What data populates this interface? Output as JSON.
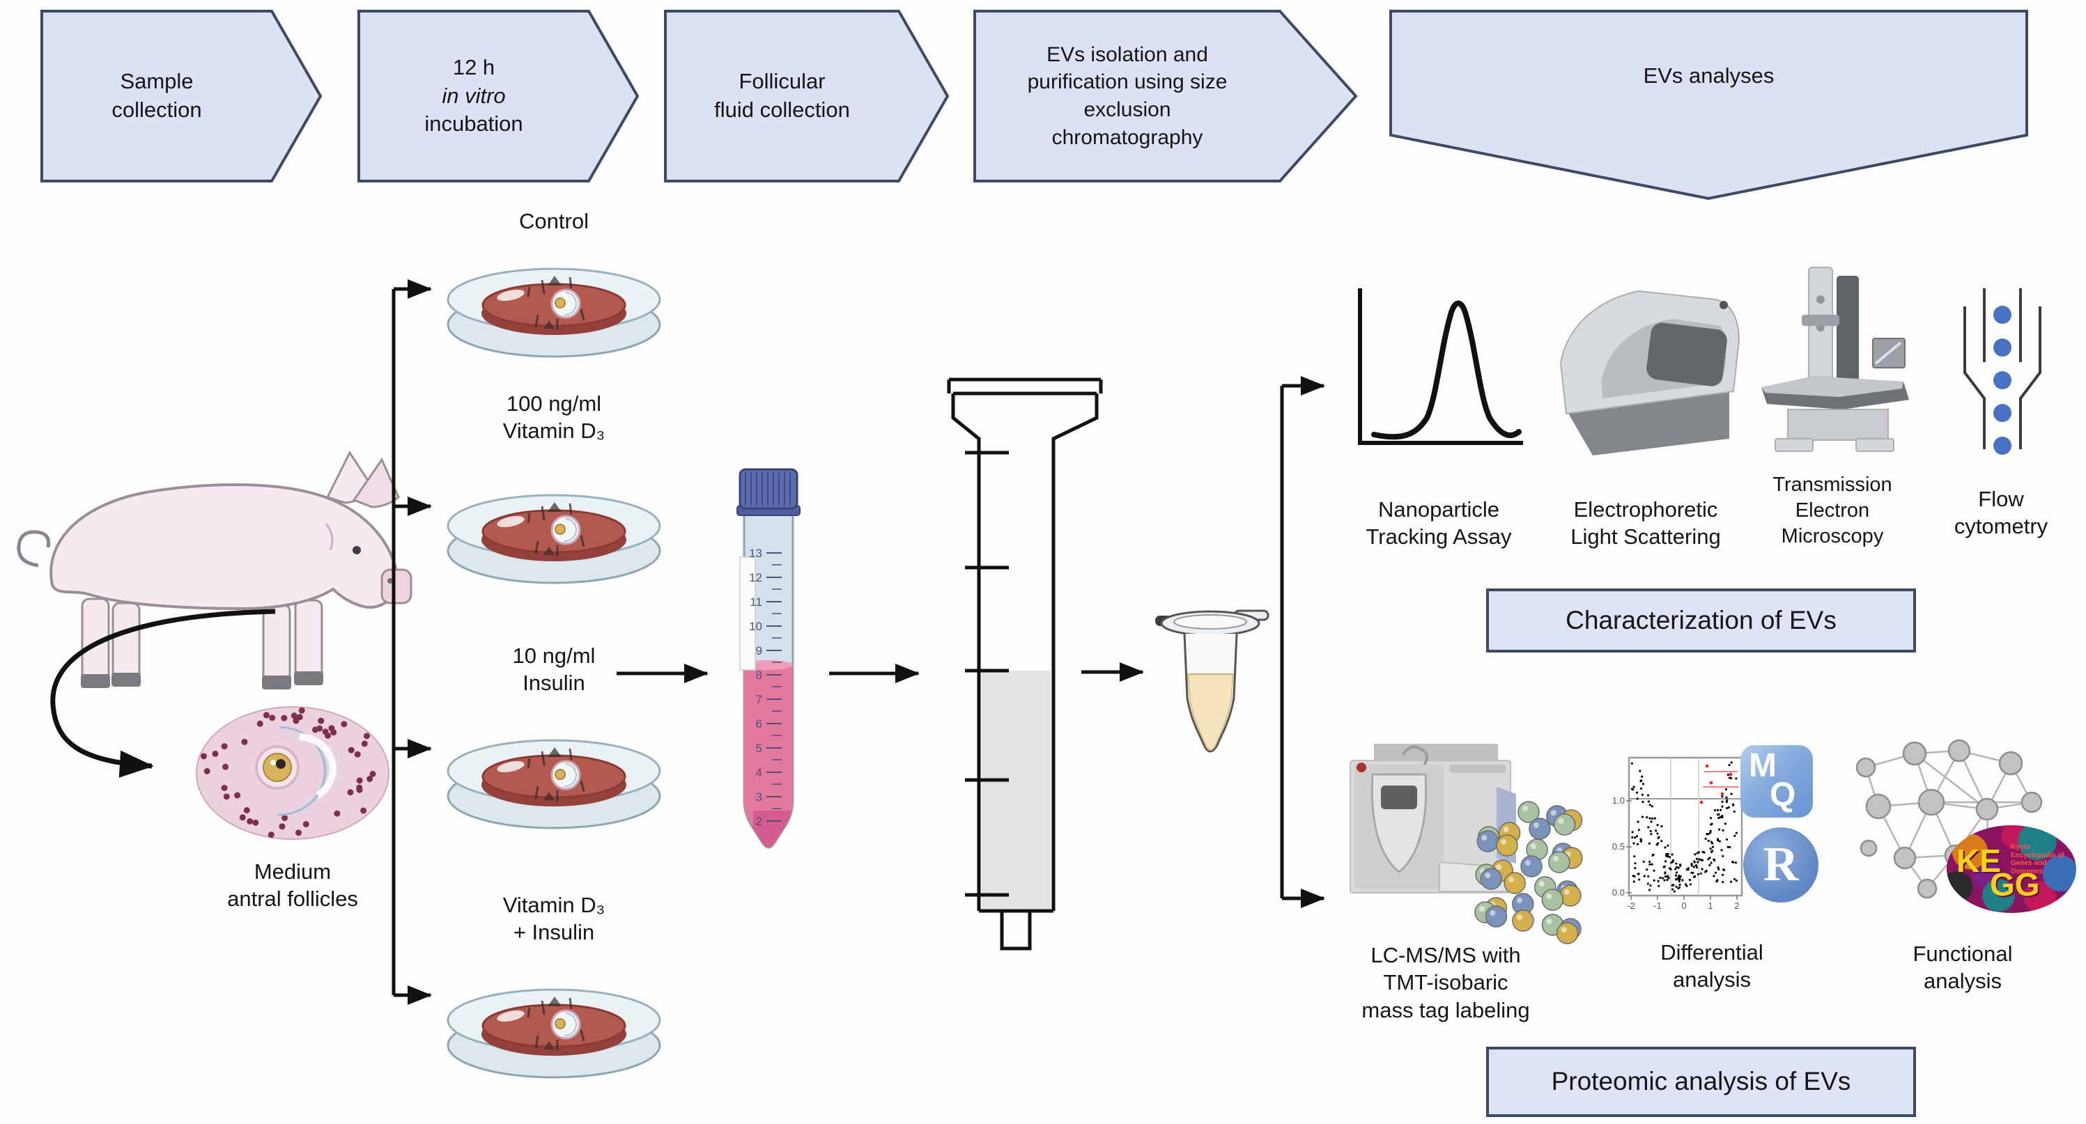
{
  "banner": {
    "steps": [
      {
        "label": "Sample\ncollection"
      },
      {
        "label_top": "12 h",
        "label_italic": "in vitro",
        "label_bottom": "incubation"
      },
      {
        "label": "Follicular\nfluid collection"
      },
      {
        "label": "EVs isolation and\npurification using size\nexclusion\nchromatography"
      },
      {
        "label": "EVs analyses"
      }
    ]
  },
  "sample_collection": {
    "animal": "pig",
    "follicle_label": "Medium\nantral follicles"
  },
  "treatments": [
    {
      "label": "Control"
    },
    {
      "label": "100 ng/ml\nVitamin D₃"
    },
    {
      "label": "10 ng/ml\nInsulin"
    },
    {
      "label": "Vitamin D₃\n+ Insulin"
    }
  ],
  "falcon_tube": {
    "graduations": [
      "13",
      "12",
      "11",
      "10",
      "9",
      "8",
      "7",
      "6",
      "5",
      "4",
      "3",
      "2"
    ]
  },
  "characterization": {
    "title": "Characterization of EVs",
    "methods": [
      {
        "label": "Nanoparticle\nTracking Assay"
      },
      {
        "label": "Electrophoretic\nLight Scattering"
      },
      {
        "label": "Transmission\nElectron\nMicroscopy"
      },
      {
        "label": "Flow\ncytometry"
      }
    ]
  },
  "proteomics": {
    "title": "Proteomic analysis of EVs",
    "methods": [
      {
        "label": "LC-MS/MS with\nTMT-isobaric\nmass tag labeling"
      },
      {
        "label": "Differential\nanalysis"
      },
      {
        "label": "Functional\nanalysis"
      }
    ]
  },
  "logos": {
    "maxquant": "MQ",
    "r": "R",
    "kegg": "KEGG",
    "kegg_subtitle": "Kyoto Encyclopedia of\nGenes and Genomes"
  },
  "volcano": {
    "x_ticks": [
      "-2",
      "-1",
      "0",
      "1",
      "2"
    ],
    "y_ticks": [
      "1.0",
      "0.5",
      "0.0"
    ]
  },
  "icons": {
    "nta": "peak-curve-icon",
    "els": "light-scattering-instrument-icon",
    "tem": "electron-microscope-icon",
    "flow": "flow-cell-icon",
    "lcms": "mass-spectrometer-icon",
    "tmt": "labeled-peptide-beads-icon",
    "volcano": "volcano-plot-icon",
    "network": "interaction-network-icon"
  },
  "colors": {
    "banner_fill": "#dce2f3",
    "banner_stroke": "#3d4a63",
    "arrow": "#111111",
    "dish_glass": "#e3edf2",
    "dish_medium": "#b25a50",
    "falcon_liquid": "#e2789e",
    "falcon_cap": "#5a6cae",
    "eppendorf_liquid": "#f5e3bb",
    "flow_dot": "#4a72c4",
    "bead_green": "#a9c3a2",
    "bead_blue": "#7b93bb",
    "bead_yellow": "#d4af4a"
  },
  "illustrations": {
    "flow_dot_count": 5,
    "bead_count": 30,
    "follicle_dot_count": 46,
    "scatter_point_count": 240,
    "network_nodes": [
      [
        2678,
        1102,
        13
      ],
      [
        2748,
        1082,
        16
      ],
      [
        2812,
        1078,
        15
      ],
      [
        2886,
        1096,
        16
      ],
      [
        2696,
        1158,
        17
      ],
      [
        2772,
        1152,
        18
      ],
      [
        2852,
        1162,
        15
      ],
      [
        2916,
        1152,
        14
      ],
      [
        2682,
        1218,
        11
      ],
      [
        2734,
        1232,
        15
      ],
      [
        2806,
        1228,
        14
      ],
      [
        2766,
        1276,
        13
      ],
      [
        2854,
        1252,
        13
      ]
    ],
    "network_edges": [
      [
        0,
        1
      ],
      [
        0,
        4
      ],
      [
        1,
        2
      ],
      [
        1,
        5
      ],
      [
        1,
        6
      ],
      [
        2,
        3
      ],
      [
        2,
        5
      ],
      [
        2,
        6
      ],
      [
        3,
        6
      ],
      [
        3,
        7
      ],
      [
        4,
        5
      ],
      [
        4,
        9
      ],
      [
        5,
        6
      ],
      [
        5,
        7
      ],
      [
        5,
        9
      ],
      [
        5,
        10
      ],
      [
        6,
        7
      ],
      [
        6,
        10
      ],
      [
        6,
        12
      ],
      [
        9,
        10
      ],
      [
        9,
        11
      ],
      [
        10,
        11
      ],
      [
        10,
        12
      ]
    ]
  }
}
